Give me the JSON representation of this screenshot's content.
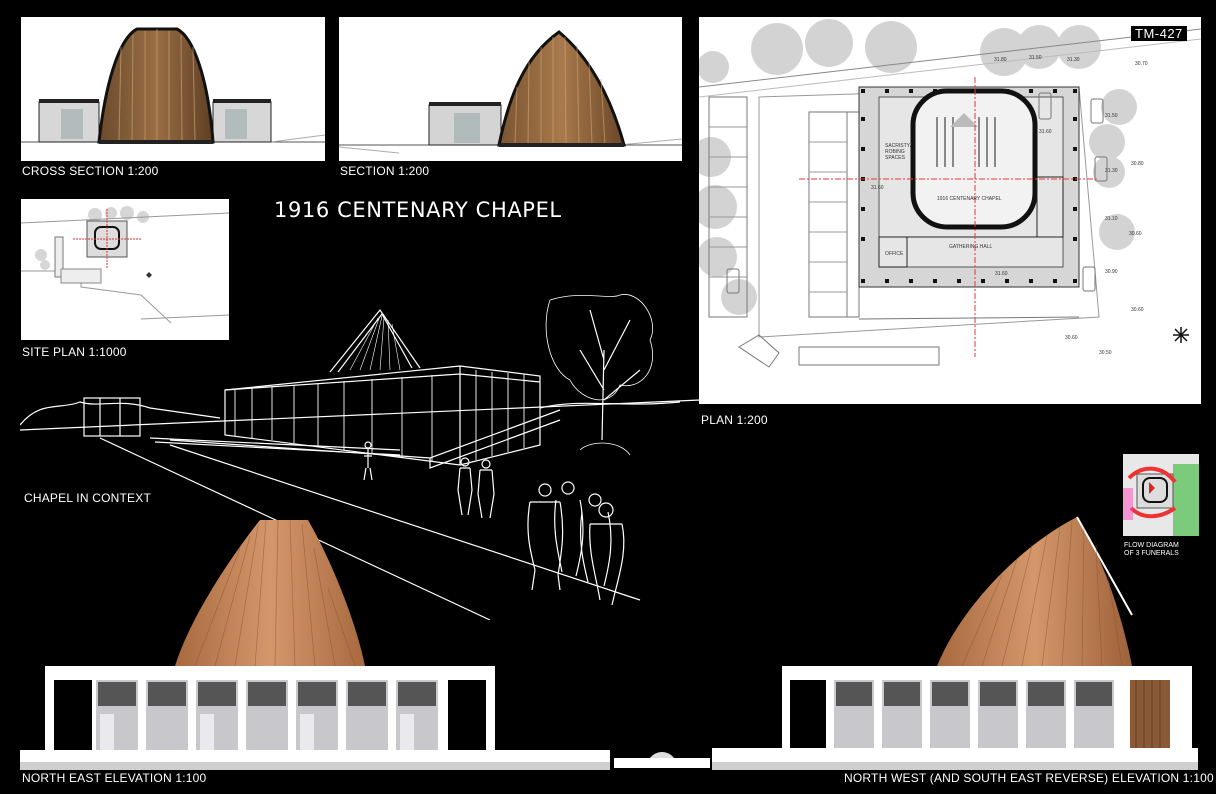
{
  "sheet": {
    "title": "1916 CENTENARY CHAPEL",
    "code": "TM-427"
  },
  "labels": {
    "cross_section": "CROSS SECTION 1:200",
    "section": "SECTION 1:200",
    "site_plan": "SITE PLAN 1:1000",
    "plan": "PLAN 1:200",
    "context": "CHAPEL IN CONTEXT",
    "north_east_elevation": "NORTH EAST ELEVATION 1:100",
    "north_west_elevation": "NORTH WEST (AND SOUTH EAST REVERSE) ELEVATION 1:100",
    "flow_line1": "FLOW DIAGRAM",
    "flow_line2": "OF 3 FUNERALS"
  },
  "plan": {
    "rooms": {
      "sacristy1": "SACRISTY/",
      "sacristy2": "ROBING",
      "sacristy3": "SPACES",
      "chapel": "1916 CENTENARY CHAPEL",
      "gathering": "GATHERING HALL",
      "office": "OFFICE"
    },
    "levels": [
      "31.80",
      "31.50",
      "31.30",
      "30.70",
      "31.60",
      "31.50",
      "31.60",
      "30.80",
      "31.30",
      "31.10",
      "30.60",
      "31.60",
      "30.90",
      "30.60",
      "30.60",
      "30.50"
    ]
  },
  "colors": {
    "background": "#000000",
    "timber": "#b87d52",
    "panel": "#ffffff"
  }
}
